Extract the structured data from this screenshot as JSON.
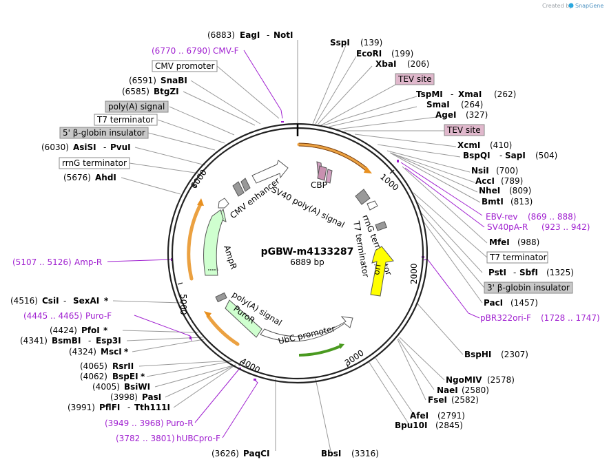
{
  "credit": {
    "text": "Created by",
    "brand": "SnapGene"
  },
  "plasmid": {
    "name": "pGBW-m4133287",
    "size": "6889 bp"
  },
  "scale_ticks": [
    "1000",
    "2000",
    "3000",
    "4000",
    "5000",
    "6000"
  ],
  "sites": [
    {
      "pos": "(6883)",
      "name": "EagI",
      "name2": "NotI"
    },
    {
      "pos": "(139)",
      "name": "SspI"
    },
    {
      "pos": "(199)",
      "name": "EcoRI"
    },
    {
      "pos": "(206)",
      "name": "XbaI"
    },
    {
      "pos": "(262)",
      "name": "TspMI",
      "name2": "XmaI"
    },
    {
      "pos": "(264)",
      "name": "SmaI"
    },
    {
      "pos": "(327)",
      "name": "AgeI"
    },
    {
      "pos": "(410)",
      "name": "XcmI"
    },
    {
      "pos": "(504)",
      "name": "BspQI",
      "name2": "SapI"
    },
    {
      "pos": "(700)",
      "name": "NsiI"
    },
    {
      "pos": "(789)",
      "name": "AccI"
    },
    {
      "pos": "(809)",
      "name": "NheI"
    },
    {
      "pos": "(813)",
      "name": "BmtI"
    },
    {
      "pos": "(988)",
      "name": "MfeI"
    },
    {
      "pos": "(1325)",
      "name": "PstI",
      "name2": "SbfI"
    },
    {
      "pos": "(1457)",
      "name": "PacI"
    },
    {
      "pos": "(2307)",
      "name": "BspHI"
    },
    {
      "pos": "(2578)",
      "name": "NgoMIV"
    },
    {
      "pos": "(2580)",
      "name": "NaeI"
    },
    {
      "pos": "(2582)",
      "name": "FseI"
    },
    {
      "pos": "(2791)",
      "name": "AfeI"
    },
    {
      "pos": "(2845)",
      "name": "Bpu10I"
    },
    {
      "pos": "(3316)",
      "name": "BbsI"
    },
    {
      "pos": "(3626)",
      "name": "PaqCI"
    },
    {
      "pos": "(3991)",
      "name": "PflFI",
      "name2": "Tth111I"
    },
    {
      "pos": "(3998)",
      "name": "PasI"
    },
    {
      "pos": "(4005)",
      "name": "BsiWI"
    },
    {
      "pos": "(4062)",
      "name": "BspEI",
      "star": "*"
    },
    {
      "pos": "(4065)",
      "name": "RsrII"
    },
    {
      "pos": "(4324)",
      "name": "MscI",
      "star": "*"
    },
    {
      "pos": "(4341)",
      "name": "BsmBI",
      "name2": "Esp3I"
    },
    {
      "pos": "(4424)",
      "name": "PfoI",
      "star": "*"
    },
    {
      "pos": "(4516)",
      "name": "CsiI",
      "name2": "SexAI",
      "star": "*"
    },
    {
      "pos": "(5676)",
      "name": "AhdI"
    },
    {
      "pos": "(6030)",
      "name": "AsiSI",
      "name2": "PvuI"
    },
    {
      "pos": "(6585)",
      "name": "BtgZI"
    },
    {
      "pos": "(6591)",
      "name": "SnaBI"
    }
  ],
  "primers": [
    {
      "range": "(6770 .. 6790)",
      "name": "CMV-F"
    },
    {
      "range": "(869 .. 888)",
      "name": "EBV-rev"
    },
    {
      "range": "(923 .. 942)",
      "name": "SV40pA-R"
    },
    {
      "range": "(1728 .. 1747)",
      "name": "pBR322ori-F"
    },
    {
      "range": "(3949 .. 3968)",
      "name": "Puro-R"
    },
    {
      "range": "(3782 .. 3801)",
      "name": "hUBCpro-F"
    },
    {
      "range": "(4445 .. 4465)",
      "name": "Puro-F"
    },
    {
      "range": "(5107 .. 5126)",
      "name": "Amp-R"
    }
  ],
  "boxed_features": [
    {
      "label": "CMV promoter"
    },
    {
      "label": "poly(A) signal"
    },
    {
      "label": "T7 terminator"
    },
    {
      "label": "5' β-globin insulator"
    },
    {
      "label": "rrnG terminator"
    },
    {
      "label": "TEV site"
    },
    {
      "label": "TEV site"
    },
    {
      "label": "T7 terminator"
    },
    {
      "label": "3' β-globin insulator"
    }
  ],
  "map_features": {
    "cbp": "CBP",
    "sv40": "SV40 poly(A) signal",
    "cmv_enh": "CMV enhancer",
    "rrng": "rrnG terminator",
    "t7": "T7 terminator",
    "ori": "ori",
    "ampr": "AmpR",
    "polya": "poly(A) signal",
    "puror": "PuroR",
    "ubc": "UbC promoter"
  },
  "colors": {
    "primer": "#a020d0",
    "grey_box": "#c8c8c8",
    "tev_box": "#e0b8cc",
    "ori": "#ffff00",
    "green": "#cfffcf",
    "orange": "#f0a030"
  }
}
